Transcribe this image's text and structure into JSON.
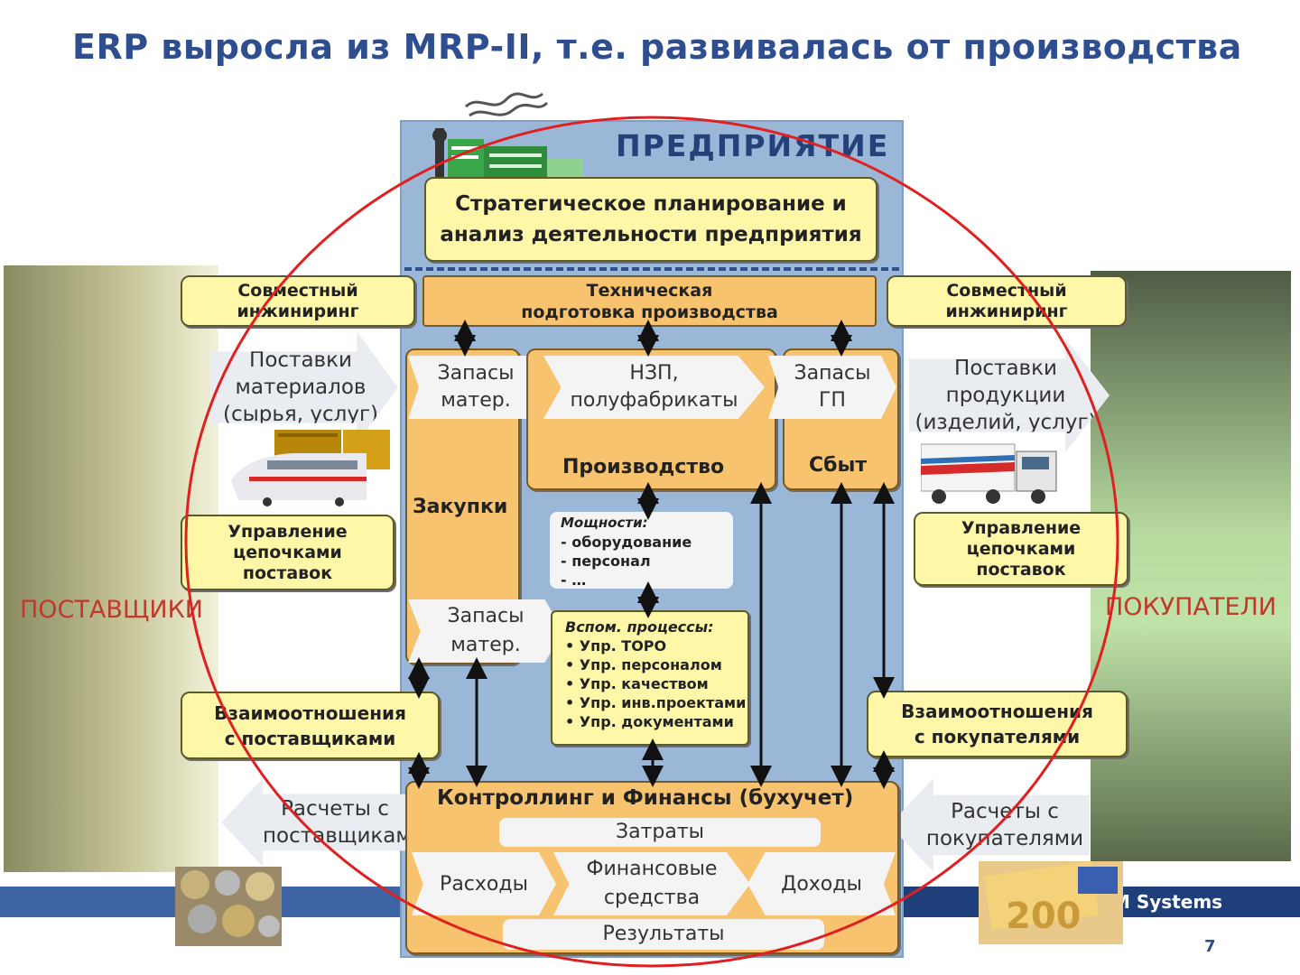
{
  "title": "ERP  выросла из MRP-II, т.е. развивалась от производства",
  "enterprise_label": "ПРЕДПРИЯТИЕ",
  "strategic": [
    "Стратегическое планирование и",
    "анализ деятельности предприятия"
  ],
  "left": {
    "side_label": "ПОСТАВЩИКИ",
    "joint_eng": [
      "Совместный",
      "инжиниринг"
    ],
    "supply_arrow": [
      "Поставки",
      "материалов",
      "(сырья, услуг)"
    ],
    "scm": [
      "Управление",
      "цепочками",
      "поставок"
    ],
    "relations": [
      "Взаимоотношения",
      "с поставщиками"
    ],
    "payments": [
      "Расчеты с",
      "поставщикам"
    ]
  },
  "right": {
    "side_label": "ПОКУПАТЕЛИ",
    "joint_eng": [
      "Совместный",
      "инжиниринг"
    ],
    "supply_arrow": [
      "Поставки",
      "продукции",
      "(изделий, услуг)"
    ],
    "scm": [
      "Управление",
      "цепочками",
      "поставок"
    ],
    "relations": [
      "Взаимоотношения",
      "с покупателями"
    ],
    "payments": [
      "Расчеты с",
      "покупателями"
    ]
  },
  "tech_prep": [
    "Техническая",
    "подготовка производства"
  ],
  "purchasing": {
    "label": "Закупки",
    "stock_top": [
      "Запасы",
      "матер."
    ],
    "stock_bottom": [
      "Запасы",
      "матер."
    ]
  },
  "production": {
    "label": "Производство",
    "wip": [
      "НЗП,",
      "полуфабрикаты"
    ]
  },
  "sales": {
    "label": "Сбыт",
    "stock": [
      "Запасы",
      "ГП"
    ]
  },
  "capacities": {
    "title": "Мощности:",
    "items": [
      "- оборудование",
      "- персонал",
      "- …"
    ]
  },
  "aux": {
    "title": "Вспом. процессы:",
    "items": [
      "• Упр. ТОРО",
      "• Упр. персоналом",
      "• Упр. качеством",
      "• Упр. инв.проектами",
      "• Упр. документами"
    ]
  },
  "finance": {
    "title": "Контроллинг и Финансы (бухучет)",
    "costs": "Затраты",
    "expenses": "Расходы",
    "funds": [
      "Финансовые",
      "средства"
    ],
    "income": "Доходы",
    "results": "Результаты"
  },
  "footer": {
    "brand": "M Systems",
    "page": "7"
  },
  "colors": {
    "title": "#2f4e8f",
    "circle": "#e02020",
    "enterprise_bg": "#9bb7d8",
    "yellow": "#fff7a8",
    "orange": "#f8c36e"
  },
  "icons": [
    "factory-icon",
    "train-icon",
    "truck-icon",
    "coins-icon",
    "banknotes-icon"
  ]
}
